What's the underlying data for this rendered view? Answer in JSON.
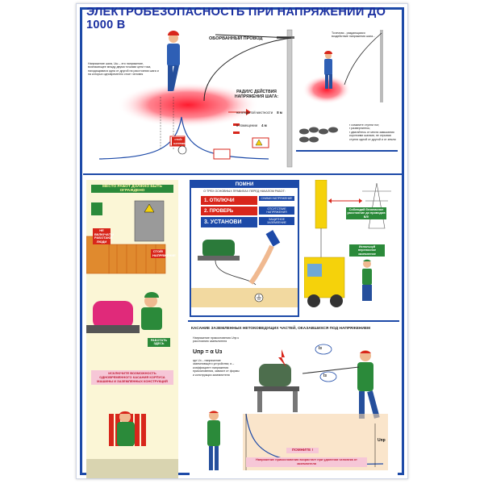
{
  "poster": {
    "title": "ЭЛЕКТРОБЕЗОПАСНОСТЬ ПРИ НАПРЯЖЕНИИ ДО 1000 В"
  },
  "top_left": {
    "wire_label": "ОБОРВАННЫЙ ПРОВОД",
    "step_voltage_text": "Напряжение шага, Uш – это напряжение, возникающее между двумя точками цепи тока, находящимися одна от другой на расстоянии шага и на которых одновременно стоит человек",
    "radius_title": "РАДИУС ДЕЙСТВИЯ НАПРЯЖЕНИЯ ШАГА:",
    "radius_open_label": "на открытой местности",
    "radius_open_value": "8 м",
    "radius_indoor_label": "в помещении",
    "radius_indoor_value": "4 м",
    "sign_text": "СТОЙ! НАПРЯЖЕНИЕ"
  },
  "top_right": {
    "source_label": "Точечная - раздающаяся воздействие напряжения шага...",
    "rules": [
      "сомкните ступни ног;",
      "развернитесь;",
      "двигайтесь от места замыкания короткими шагами, не отрывая ступни одной от другой и от земли"
    ]
  },
  "mid_left": {
    "banner": "МЕСТО РАБОТ ДОЛЖНО БЫТЬ ОГРАЖДЕНО",
    "sign_no_entry": "НЕ ВКЛЮЧАТЬ! РАБОТАЮТ ЛЮДИ",
    "sign_stop": "СТОЙ! НАПРЯЖЕНИЕ",
    "sign_work_here": "РАБОТАТЬ ЗДЕСЬ",
    "exclusion_note": "ИСКЛЮЧИТЕ ВОЗМОЖНОСТЬ ОДНОВРЕМЕННОГО КАСАНИЯ КОРПУСА МАШИНЫ И ЗАЗЕМЛЕННЫХ КОНСТРУКЦИЙ"
  },
  "center": {
    "remember_title": "ПОМНИ",
    "subtitle": "О ТРЕХ ОСНОВНЫХ ПРАВИЛАХ ПЕРЕД НАЧАЛОМ РАБОТ:",
    "rules": [
      {
        "label": "1. ОТКЛЮЧИ",
        "note": "СНИМИ НАПРЯЖЕНИЕ",
        "color": "#d8261b"
      },
      {
        "label": "2. ПРОВЕРЬ",
        "note": "ОТСУТСТВИЕ НАПРЯЖЕНИЯ",
        "color": "#d8261b"
      },
      {
        "label": "3. УСТАНОВИ",
        "note": "ЗАЩИТНОЕ ЗАЗЕМЛЕНИЕ",
        "color": "#1d4aa8"
      }
    ]
  },
  "right": {
    "safe_distance": "Соблюдай безопасное расстояние до проводов ВЛ!",
    "portable_ground": "Используй переносное заземление"
  },
  "bottom": {
    "header": "КАСАНИЕ ЗАЗЕМЛЕННЫХ НЕТОКОВЕДУЩИХ ЧАСТЕЙ, ОКАЗАВШИХСЯ ПОД НАПРЯЖЕНИЕМ",
    "formula_intro": "Напряжение прикосновения Uпр к расстоянию заземлителя",
    "formula": "Uпр = α Uз",
    "formula_where": "где",
    "formula_defs": "Uз – напряжение заземляющего устройства; α – коэффициент напряжения прикосновения, зависит от формы и конструкции заземлителя",
    "remember_banner": "ПОМНИТЕ !",
    "remember_text": "Напряжение прикосновения возрастает при удалении человека от заземлителя",
    "current_label": "Iз",
    "voltage_label": "Uпр"
  },
  "colors": {
    "frame_blue": "#1d4aa8",
    "danger_red": "#d8261b",
    "safe_green": "#2b8a3a",
    "warning_yellow": "#f5d20b"
  }
}
